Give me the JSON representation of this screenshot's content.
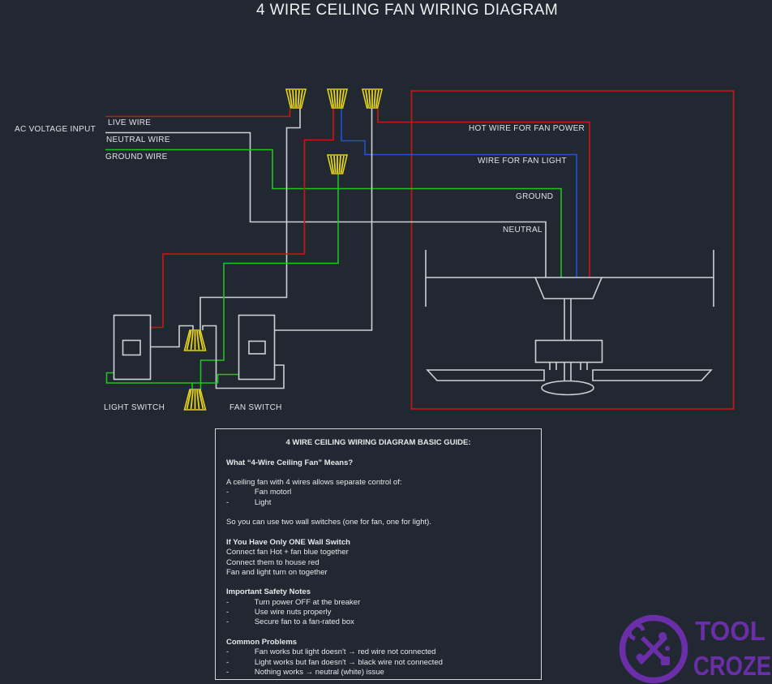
{
  "title": "4 WIRE CEILING FAN WIRING DIAGRAM",
  "labels": {
    "ac_input": "AC VOLTAGE INPUT",
    "live_wire": "LIVE WIRE",
    "neutral_wire": "NEUTRAL WIRE",
    "ground_wire": "GROUND WIRE",
    "hot_fan_power": "HOT WIRE FOR FAN POWER",
    "wire_fan_light": "WIRE FOR FAN LIGHT",
    "ground": "GROUND",
    "neutral": "NEUTRAL",
    "light_switch": "LIGHT SWITCH",
    "fan_switch": "FAN SWITCH"
  },
  "guide": {
    "title": "4 WIRE CEILING WIRING DIAGRAM BASIC GUIDE:",
    "lines": [
      "What “4-Wire Ceiling Fan” Means?",
      "A ceiling fan with 4 wires allows separate control of:",
      "-            Fan motorl",
      "-            Light",
      "So you can use two wall switches (one for fan, one for light).",
      "If You Have Only ONE Wall Switch",
      "Connect fan Hot + fan blue together",
      "Connect them to house red",
      "Fan and light turn on together",
      "Important Safety Notes",
      "-            Turn power OFF at the breaker",
      "-            Use wire nuts properly",
      "-            Secure fan to a fan-rated box",
      "Common Problems",
      "-            Fan works but light doesn't → red wire not connected",
      "-            Light works but fan doesn't → black wire not connected",
      "-            Nothing works → neutral (white) issue"
    ]
  },
  "logo": {
    "line1": "TOOL",
    "line2": "CROZE"
  },
  "colors": {
    "background": "#222831",
    "live_red": "#cc1414",
    "ground_green": "#21c121",
    "light_blue": "#2153d4",
    "neutral_white": "#ccd1d5",
    "wire_nut_yellow": "#e6d41a",
    "border_red": "#cc1414",
    "logo_purple": "#6a2fa8",
    "text": "#e3e6e8"
  }
}
